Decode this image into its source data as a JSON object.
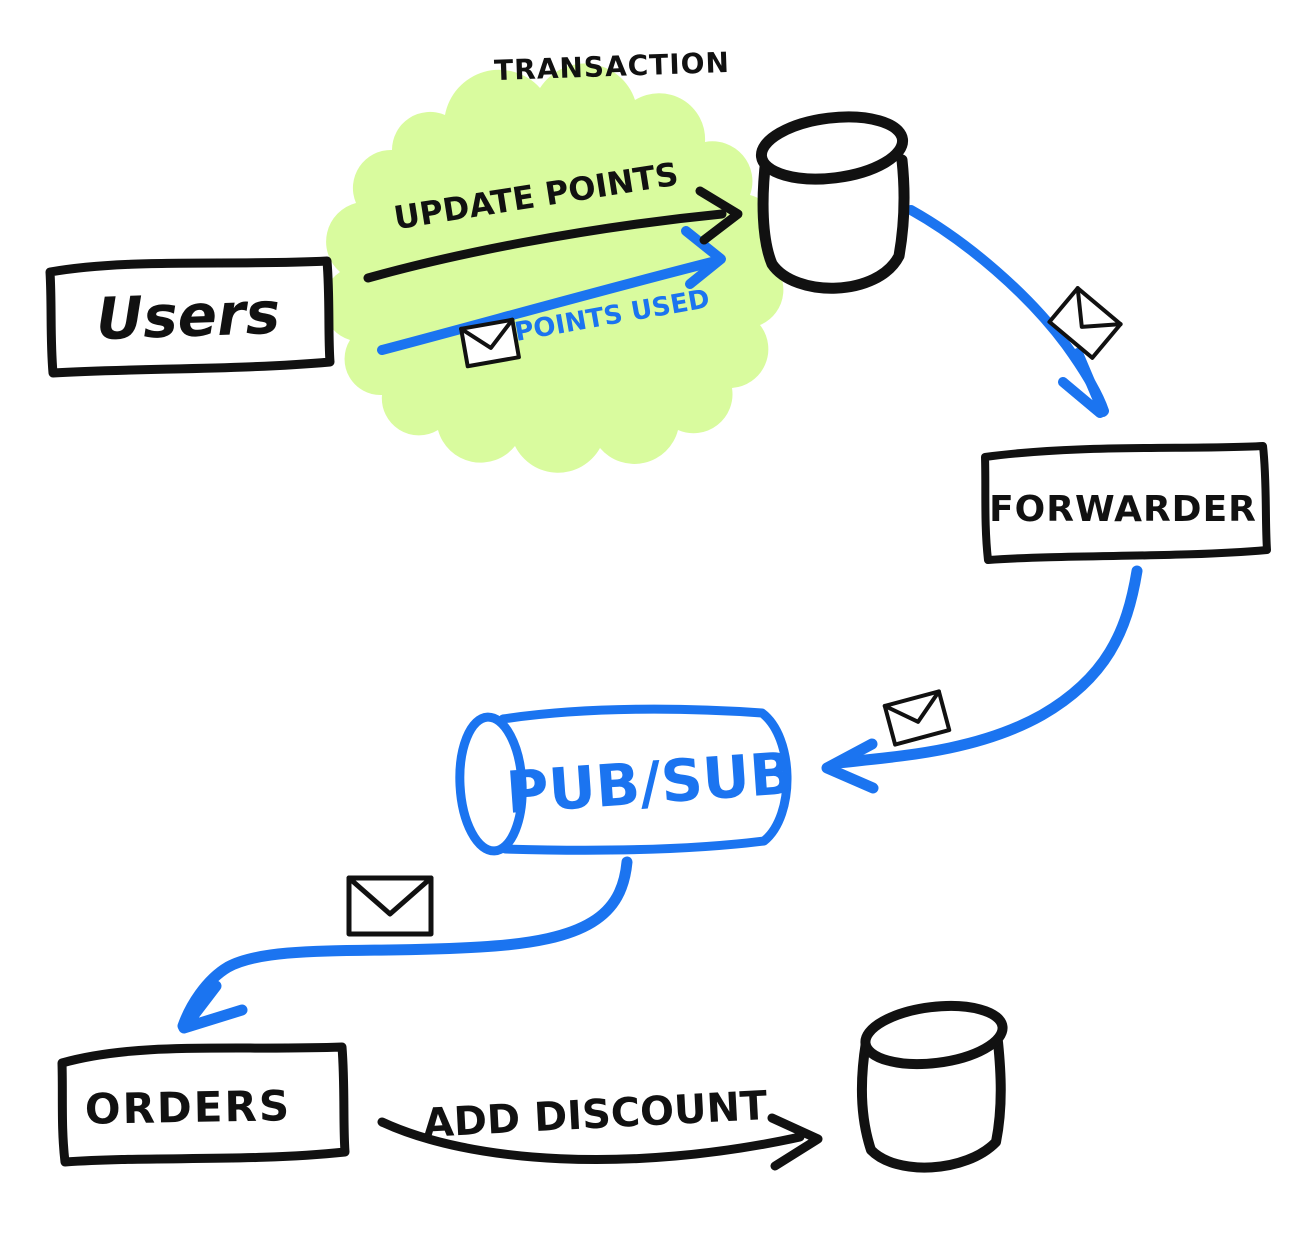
{
  "diagram": {
    "title": "TRANSACTION",
    "colors": {
      "ink": "#111111",
      "flow_blue": "#1b74f0",
      "transaction_fill": "#d9fb9e",
      "background": "#ffffff"
    },
    "nodes": {
      "users": {
        "label": "Users",
        "type": "box"
      },
      "users_db": {
        "label": "",
        "type": "database-cylinder"
      },
      "forwarder": {
        "label": "FORWARDER",
        "type": "box"
      },
      "pubsub": {
        "label": "PUB/SUB",
        "type": "queue-cylinder"
      },
      "orders": {
        "label": "ORDERS",
        "type": "box"
      },
      "orders_db": {
        "label": "",
        "type": "database-cylinder"
      }
    },
    "edges": {
      "update_points": {
        "label": "UPDATE POINTS",
        "from": "users",
        "to": "users_db"
      },
      "points_used": {
        "label": "POINTS USED",
        "from": "users",
        "to": "users_db"
      },
      "db_to_forwarder": {
        "label": "",
        "from": "users_db",
        "to": "forwarder"
      },
      "forwarder_to_pubsub": {
        "label": "",
        "from": "forwarder",
        "to": "pubsub"
      },
      "pubsub_to_orders": {
        "label": "",
        "from": "pubsub",
        "to": "orders"
      },
      "add_discount": {
        "label": "ADD DISCOUNT",
        "from": "orders",
        "to": "orders_db"
      }
    },
    "icons": {
      "message_icon": "envelope"
    }
  }
}
